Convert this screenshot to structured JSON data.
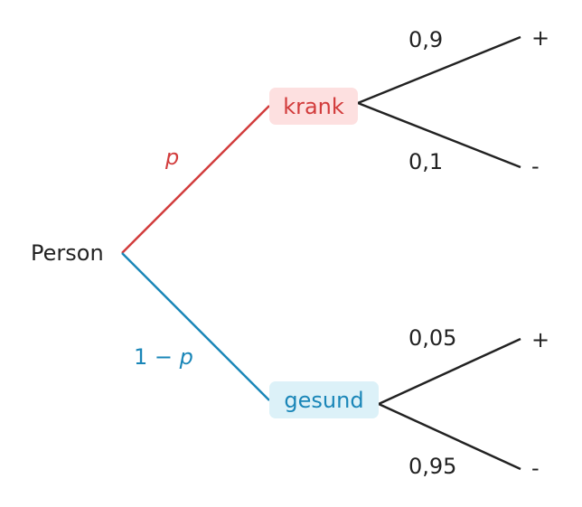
{
  "root": {
    "label": "Person"
  },
  "branches": [
    {
      "id": "krank",
      "label": "krank",
      "edge_label_symbol": "p",
      "color": "#d23c3c",
      "fill": "#fde0e0",
      "children": [
        {
          "probability": "0,9",
          "outcome": "+"
        },
        {
          "probability": "0,1",
          "outcome": "-"
        }
      ]
    },
    {
      "id": "gesund",
      "label": "gesund",
      "edge_label_prefix": "1 − ",
      "edge_label_symbol": "p",
      "color": "#1a86b8",
      "fill": "#dcf1f8",
      "children": [
        {
          "probability": "0,05",
          "outcome": "+"
        },
        {
          "probability": "0,95",
          "outcome": "-"
        }
      ]
    }
  ],
  "colors": {
    "text": "#222222",
    "outcome_edge": "#222222"
  }
}
